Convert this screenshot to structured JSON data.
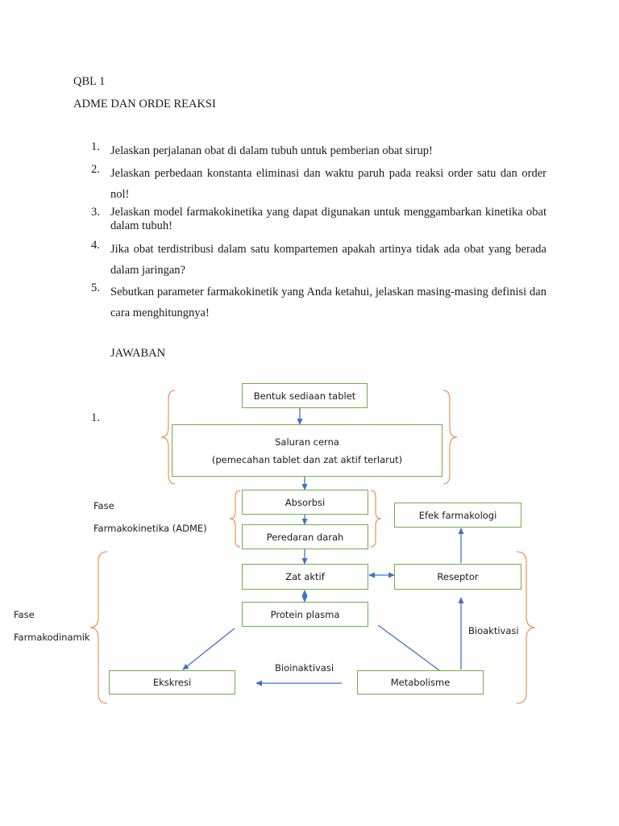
{
  "header": {
    "code": "QBL 1",
    "title": "ADME DAN ORDE REAKSI"
  },
  "questions": [
    {
      "num": "1.",
      "text": "Jelaskan perjalanan obat di dalam tubuh untuk pemberian obat sirup!"
    },
    {
      "num": "2.",
      "text": "Jelaskan perbedaan konstanta eliminasi dan waktu paruh pada reaksi order satu dan order nol!"
    },
    {
      "num": "3.",
      "text": "Jelaskan model farmakokinetika yang dapat digunakan untuk menggambarkan kinetika obat dalam tubuh!"
    },
    {
      "num": "4.",
      "text": "Jika obat terdistribusi dalam satu kompartemen apakah artinya tidak ada obat yang berada dalam jaringan?"
    },
    {
      "num": "5.",
      "text": "Sebutkan parameter farmakokinetik yang Anda ketahui, jelaskan masing-masing definisi dan cara menghitungnya!"
    }
  ],
  "answer": {
    "heading": "JAWABAN",
    "number": "1."
  },
  "diagram": {
    "nodes": {
      "bentuk_sediaan": "Bentuk sediaan tablet",
      "saluran_cerna_line1": "Saluran cerna",
      "saluran_cerna_line2": "(pemecahan tablet dan zat aktif terlarut)",
      "absorbsi": "Absorbsi",
      "peredaran_darah": "Peredaran darah",
      "zat_aktif": "Zat aktif",
      "protein_plasma": "Protein plasma",
      "ekskresi": "Ekskresi",
      "metabolisme": "Metabolisme",
      "reseptor": "Reseptor",
      "efek_farmakologi": "Efek farmakologi"
    },
    "labels": {
      "fase_fk_line1": "Fase",
      "fase_fk_line2": "Farmakokinetika (ADME)",
      "fase_fd_line1": "Fase",
      "fase_fd_line2": "Farmakodinamik",
      "bioinaktivasi": "Bioinaktivasi",
      "bioaktivasi": "Bioaktivasi"
    },
    "colors": {
      "box_border": "#70ad47",
      "arrow": "#4472c4",
      "brace": "#ed7d31"
    }
  }
}
